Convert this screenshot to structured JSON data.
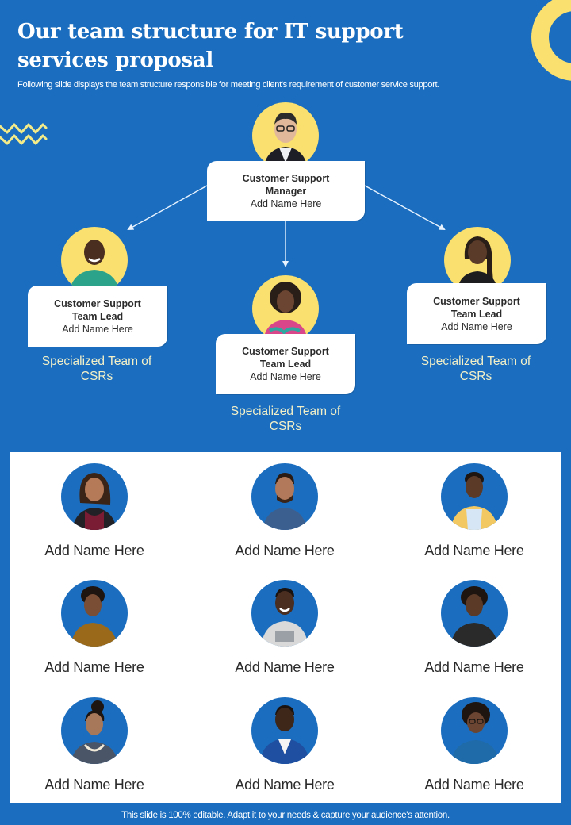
{
  "header": {
    "title": "Our team structure for IT support services proposal",
    "subtitle": "Following slide displays the team structure responsible for meeting client's requirement of customer service support."
  },
  "colors": {
    "background": "#1b6ebf",
    "accent_yellow": "#f9e06f",
    "card_bg": "#ffffff",
    "caption_text": "#f3f0c8",
    "panel_bg": "#ffffff"
  },
  "decorations": {
    "top_right": "ring-icon",
    "left": "zigzag-icon"
  },
  "org_chart": {
    "manager": {
      "role": "Customer  Support Manager",
      "name": "Add Name Here",
      "photo": "person-avatar-icon"
    },
    "leads": [
      {
        "role": "Customer Support Team Lead",
        "name": "Add Name Here",
        "team": "Specialized Team of CSRs",
        "photo": "person-avatar-icon"
      },
      {
        "role": "Customer Support Team Lead",
        "name": "Add Name Here",
        "team": "Specialized Team of CSRs",
        "photo": "person-avatar-icon"
      },
      {
        "role": "Customer Support Team Lead",
        "name": "Add Name Here",
        "team": "Specialized Team of CSRs",
        "photo": "person-avatar-icon"
      }
    ]
  },
  "members": [
    {
      "name": "Add Name Here",
      "photo": "person-avatar-icon",
      "clothing": "#7a1c34"
    },
    {
      "name": "Add Name Here",
      "photo": "person-avatar-icon",
      "clothing": "#3b5f8f"
    },
    {
      "name": "Add Name Here",
      "photo": "person-avatar-icon",
      "clothing": "#f2c862"
    },
    {
      "name": "Add Name Here",
      "photo": "person-avatar-icon",
      "clothing": "#9a6a1a"
    },
    {
      "name": "Add Name Here",
      "photo": "person-avatar-icon",
      "clothing": "#d9d9d9"
    },
    {
      "name": "Add Name Here",
      "photo": "person-avatar-icon",
      "clothing": "#2a2a2a"
    },
    {
      "name": "Add Name Here",
      "photo": "person-avatar-icon",
      "clothing": "#4a5568"
    },
    {
      "name": "Add Name Here",
      "photo": "person-avatar-icon",
      "clothing": "#1f4fa0"
    },
    {
      "name": "Add Name Here",
      "photo": "person-avatar-icon",
      "clothing": "#1f6aa8"
    }
  ],
  "footer": {
    "text": "This slide is 100% editable. Adapt it to your needs & capture your audience's attention."
  }
}
